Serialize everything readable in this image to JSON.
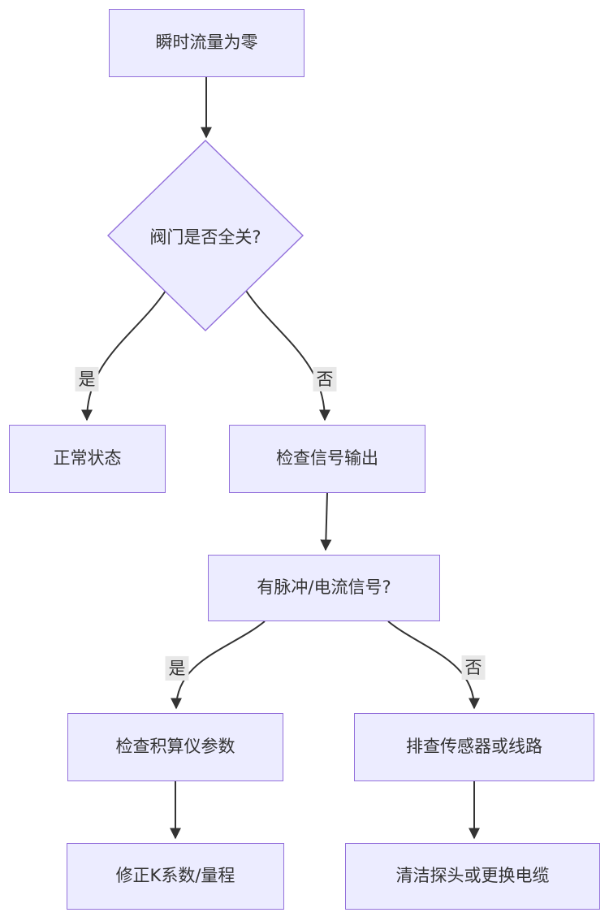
{
  "diagram": {
    "type": "flowchart",
    "direction": "top-down",
    "colors": {
      "node_fill": "#ECECFF",
      "node_border": "#9370DB",
      "edge_line": "#333333",
      "text": "#333333",
      "edge_label_bg": "#e8e8e8",
      "background": "#ffffff"
    },
    "nodes": [
      {
        "id": "start",
        "shape": "rect",
        "label": "瞬时流量为零"
      },
      {
        "id": "valve-question",
        "shape": "diamond",
        "label": "阀门是否全关?"
      },
      {
        "id": "normal-state",
        "shape": "rect",
        "label": "正常状态"
      },
      {
        "id": "check-signal",
        "shape": "rect",
        "label": "检查信号输出"
      },
      {
        "id": "signal-question",
        "shape": "rect",
        "label": "有脉冲/电流信号?"
      },
      {
        "id": "check-totalizer",
        "shape": "rect",
        "label": "检查积算仪参数"
      },
      {
        "id": "check-sensor",
        "shape": "rect",
        "label": "排查传感器或线路"
      },
      {
        "id": "fix-k-factor",
        "shape": "rect",
        "label": "修正K系数/量程"
      },
      {
        "id": "clean-probe",
        "shape": "rect",
        "label": "清洁探头或更换电缆"
      }
    ],
    "edges": [
      {
        "from": "start",
        "to": "valve-question",
        "label": ""
      },
      {
        "from": "valve-question",
        "to": "normal-state",
        "label": "是"
      },
      {
        "from": "valve-question",
        "to": "check-signal",
        "label": "否"
      },
      {
        "from": "check-signal",
        "to": "signal-question",
        "label": ""
      },
      {
        "from": "signal-question",
        "to": "check-totalizer",
        "label": "是"
      },
      {
        "from": "signal-question",
        "to": "check-sensor",
        "label": "否"
      },
      {
        "from": "check-totalizer",
        "to": "fix-k-factor",
        "label": ""
      },
      {
        "from": "check-sensor",
        "to": "clean-probe",
        "label": ""
      }
    ],
    "edge_labels": [
      {
        "id": "yes-1",
        "label": "是"
      },
      {
        "id": "no-1",
        "label": "否"
      },
      {
        "id": "yes-2",
        "label": "是"
      },
      {
        "id": "no-2",
        "label": "否"
      }
    ]
  }
}
